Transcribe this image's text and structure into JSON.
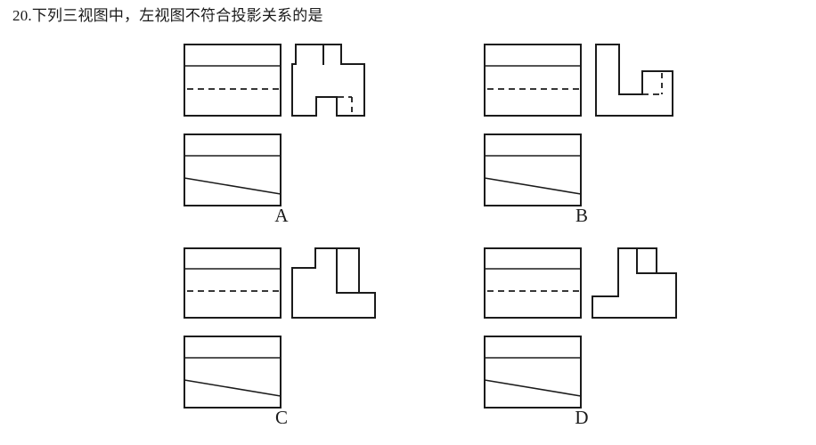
{
  "question": {
    "number": "20.",
    "text": "20.下列三视图中，左视图不符合投影关系的是"
  },
  "options": [
    {
      "id": "A",
      "label": "A",
      "front_view": "rectangle-with-top-band-and-hidden-dashed-line",
      "side_view": "cross-shape-with-top-tab-and-bottom-notch",
      "top_view": "rectangle-with-top-band-and-diagonal-line"
    },
    {
      "id": "B",
      "label": "B",
      "front_view": "rectangle-with-top-band-and-hidden-dashed-line",
      "side_view": "l-shape-with-raised-right-block",
      "top_view": "rectangle-with-top-band-and-diagonal-line"
    },
    {
      "id": "C",
      "label": "C",
      "front_view": "rectangle-with-top-band-and-hidden-dashed-line",
      "side_view": "stepped-shape-with-tall-center-column",
      "top_view": "rectangle-with-top-band-and-diagonal-line"
    },
    {
      "id": "D",
      "label": "D",
      "front_view": "rectangle-with-top-band-and-hidden-dashed-line",
      "side_view": "stepped-shape-with-small-top-square-tab",
      "top_view": "rectangle-with-top-band-and-diagonal-line"
    }
  ],
  "colors": {
    "ink": "#1b1b1b",
    "paper": "#ffffff"
  }
}
